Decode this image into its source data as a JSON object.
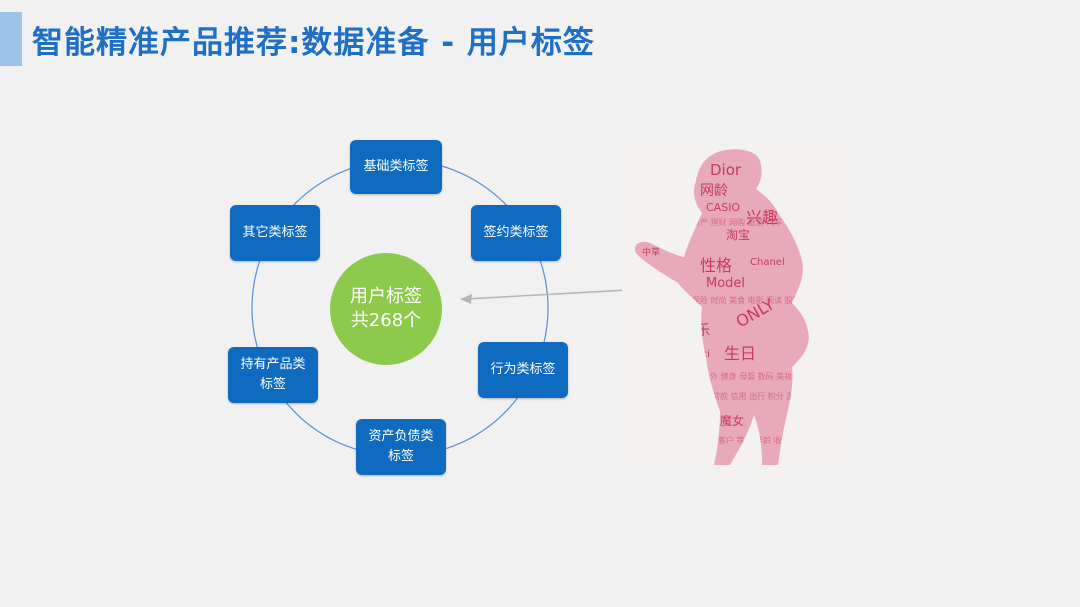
{
  "title": "智能精准产品推荐:数据准备 - 用户标签",
  "center": {
    "line1": "用户标签",
    "line2": "共268个"
  },
  "nodes": {
    "basic": "基础类标签",
    "contract": "签约类标签",
    "behavior": "行为类标签",
    "assets_line1": "资产负债类",
    "assets_line2": "标签",
    "holding_line1": "持有产品类",
    "holding_line2": "标签",
    "other": "其它类标签"
  },
  "silhouette_words": [
    "Dior",
    "网龄",
    "CASIO",
    "兴趣",
    "淘宝",
    "性格",
    "Model",
    "ONLY",
    "音乐",
    "生日",
    "Gucci",
    "Chanel",
    "中草",
    "魔女"
  ],
  "colors": {
    "accent": "#1f6fc5",
    "node": "#0f6bbf",
    "center": "#8dc94a",
    "words": "#c93a5c"
  }
}
